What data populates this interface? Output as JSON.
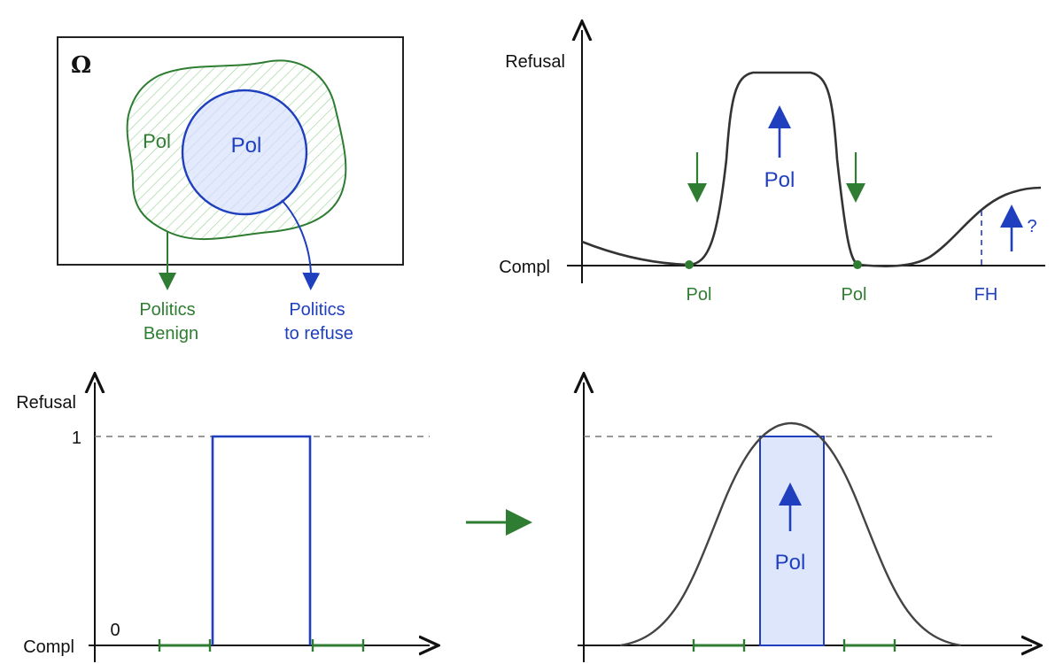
{
  "colors": {
    "green": "#2e7d32",
    "blue": "#1f3fbf",
    "curve": "#3a3a3a",
    "fill_blue": "#dde6fb",
    "hatch_green": "#8fcf8f",
    "dashed": "#777777"
  },
  "venn": {
    "omega": "Ω",
    "outer_label": "Pol",
    "inner_label": "Pol",
    "outer_caption": [
      "Politics",
      "Benign"
    ],
    "inner_caption": [
      "Politics",
      "to refuse"
    ]
  },
  "top_right": {
    "y_label": "Refusal",
    "x_label": "Compl",
    "peak_label": "Pol",
    "right_question": "?",
    "ticks": [
      "Pol",
      "Pol",
      "FH"
    ]
  },
  "bottom_left": {
    "y_label": "Refusal",
    "x_label": "Compl",
    "tick_one": "1",
    "tick_zero": "0"
  },
  "bottom_right": {
    "band_label": "Pol"
  },
  "icons": [
    "down-arrow-icon",
    "up-arrow-icon",
    "right-arrow-icon"
  ]
}
